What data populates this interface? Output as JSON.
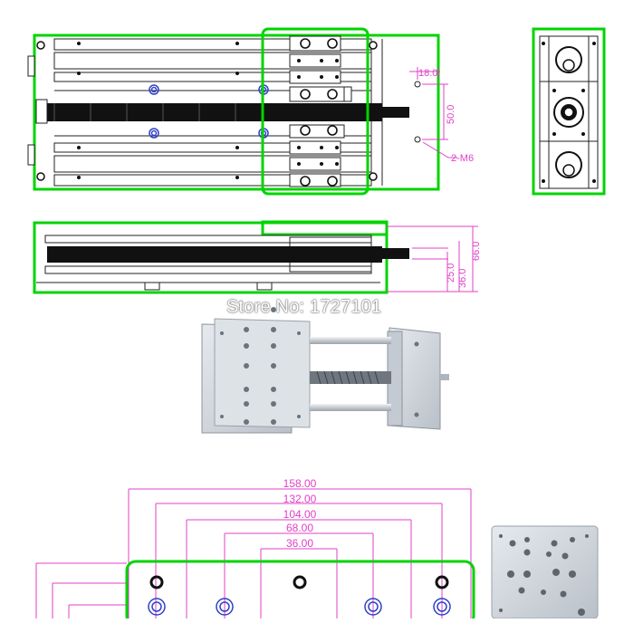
{
  "colors": {
    "outline": "#00d400",
    "dimension": "#e040c8",
    "line": "#222222",
    "screw": "#0a0a0a",
    "hole_blue": "#3040c8",
    "metal": "#cfd4da"
  },
  "top_view": {
    "dim_18": "18.0",
    "dim_50": "50.0",
    "hole_label": "2-M6"
  },
  "side_view": {
    "dim_25": "25.0",
    "dim_36": "36.0",
    "dim_66": "66.0"
  },
  "watermark": "Store No: 1727101",
  "plate_drawing": {
    "dims": [
      "158.00",
      "132.00",
      "104.00",
      "68.00",
      "36.00"
    ]
  },
  "icons": {
    "photo_slide": "linear-slide-photo-icon",
    "photo_plate": "carriage-plate-photo-icon"
  }
}
